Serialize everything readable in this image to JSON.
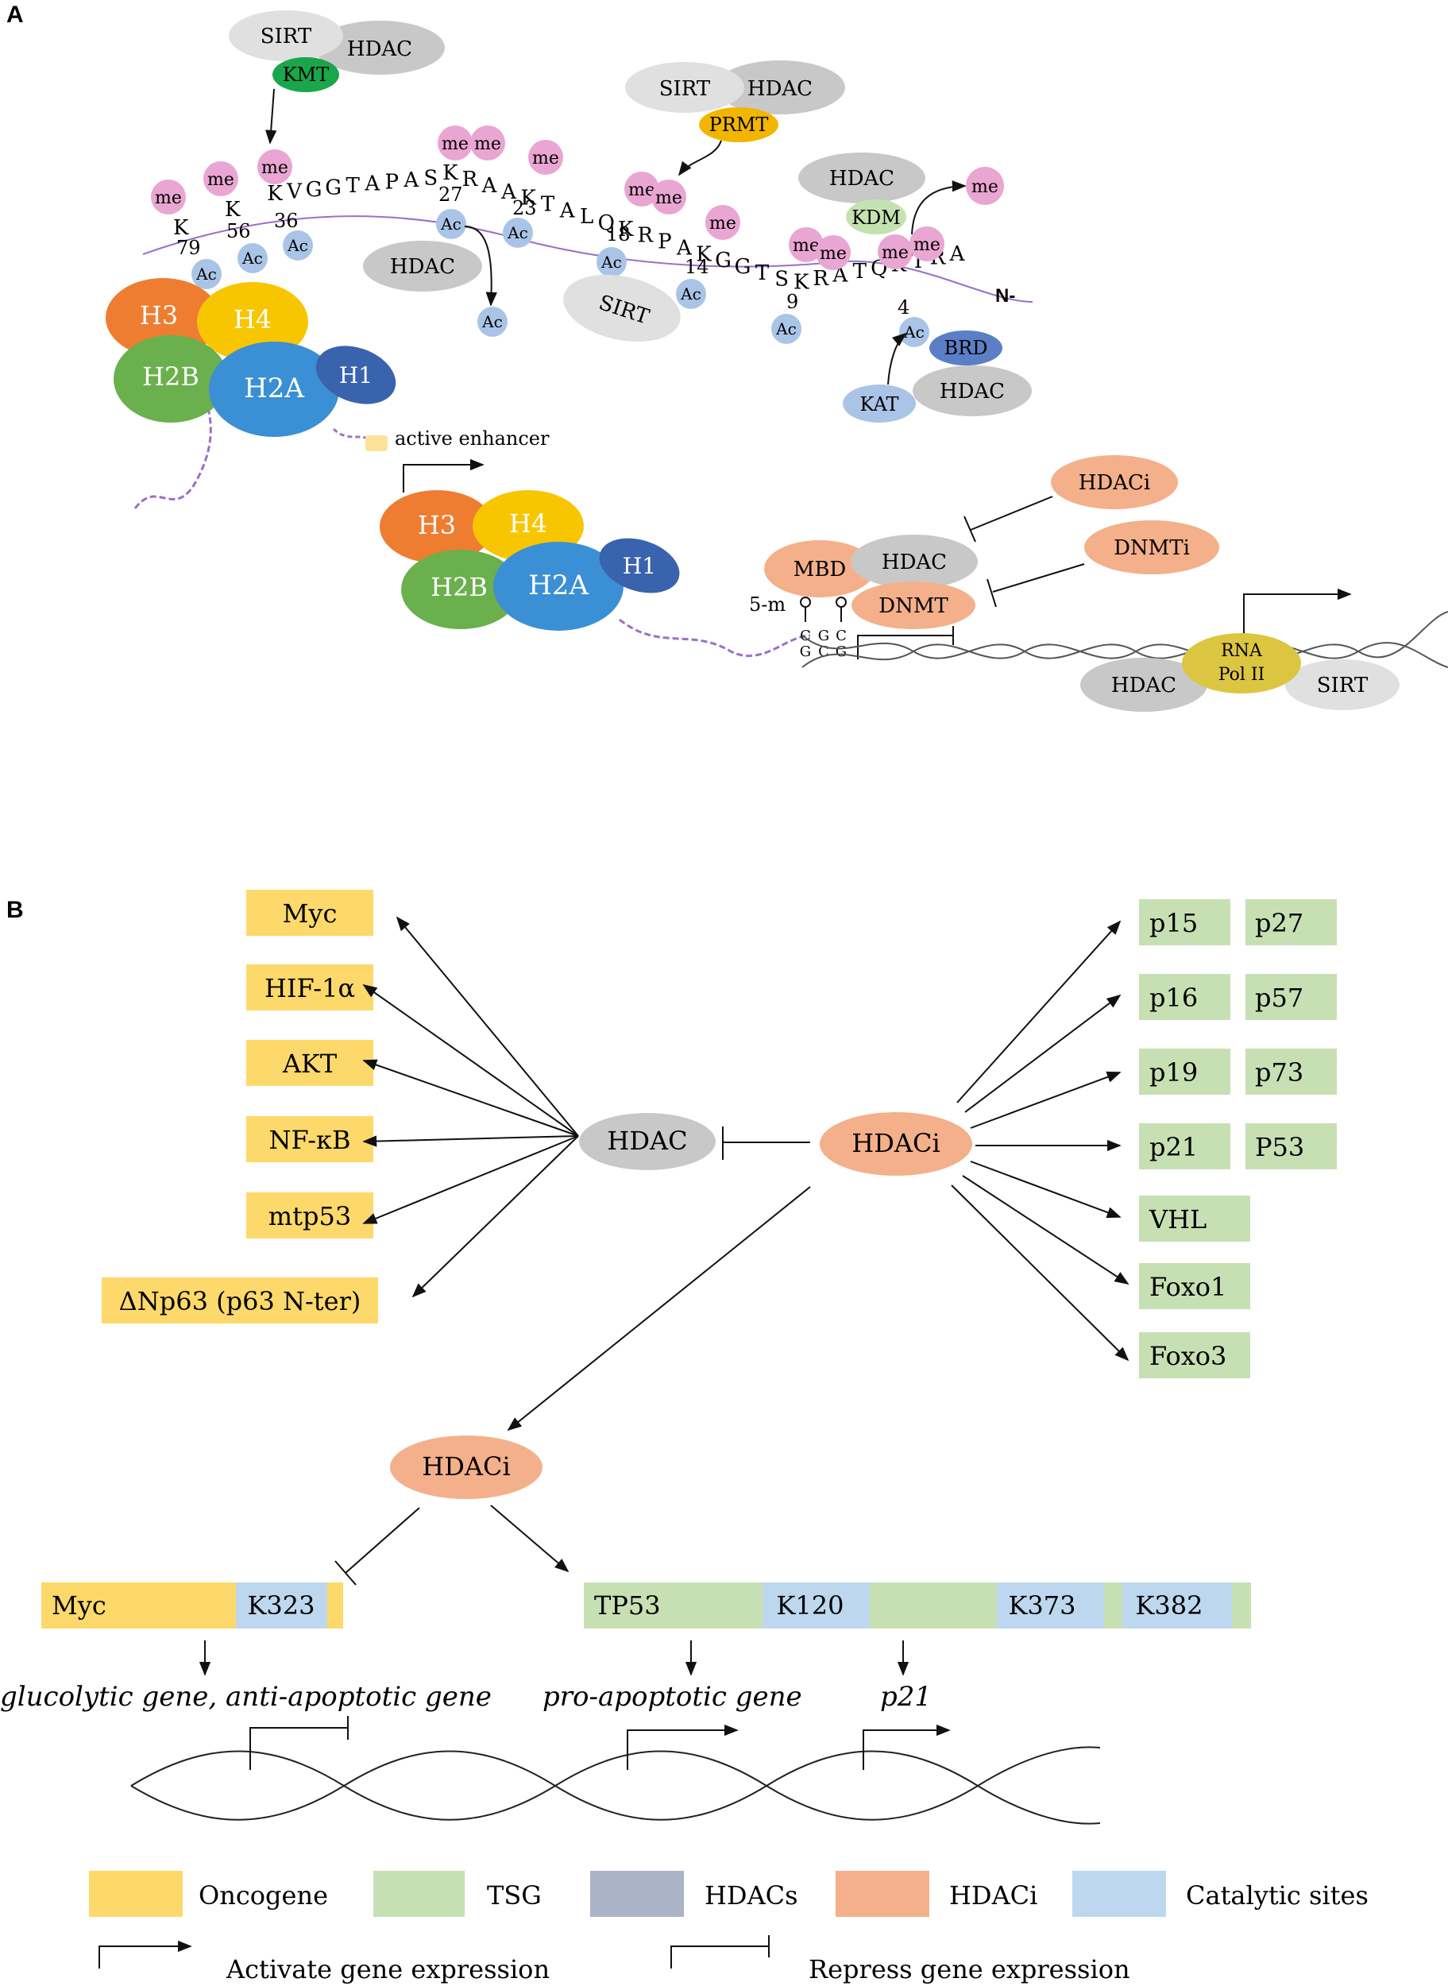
{
  "panel_labels": {
    "a": "A",
    "b": "B"
  },
  "panel_a": {
    "sequence": {
      "n_term": "N-",
      "chars": [
        "K",
        "V",
        "G",
        "G",
        "T",
        "A",
        "P",
        "A",
        "S",
        "K",
        "R",
        "A",
        "A",
        "K",
        "T",
        "A",
        "L",
        "Q",
        "K",
        "R",
        "P",
        "A",
        "K",
        "G",
        "G",
        "T",
        "S",
        "K",
        "R",
        "A",
        "T",
        "Q",
        "K",
        "T",
        "R",
        "A"
      ],
      "k79": "K",
      "k56": "K",
      "positions": [
        "79",
        "56",
        "36",
        "27",
        "23",
        "18",
        "14",
        "9",
        "4"
      ]
    },
    "me": "me",
    "ac": "Ac",
    "enzymes": {
      "sirt": "SIRT",
      "hdac": "HDAC",
      "kmt": "KMT",
      "prmt": "PRMT",
      "kdm": "KDM",
      "kat": "KAT",
      "brd": "BRD",
      "mbd": "MBD",
      "dnmt": "DNMT",
      "hdaci": "HDACi",
      "dnmti": "DNMTi",
      "rna_pol_line1": "RNA",
      "rna_pol_line2": "Pol II"
    },
    "histones": {
      "h3": "H3",
      "h4": "H4",
      "h2b": "H2B",
      "h2a": "H2A",
      "h1": "H1"
    },
    "active_enhancer": "active enhancer",
    "five_m": "5-m",
    "cpg_top": [
      "C",
      "G",
      "C"
    ],
    "cpg_bottom": [
      "G",
      "C",
      "G"
    ]
  },
  "panel_b": {
    "hdac": "HDAC",
    "hdaci": "HDACi",
    "oncogenes": [
      "Myc",
      "HIF-1α",
      "AKT",
      "NF-κB",
      "mtp53",
      "ΔNp63 (p63 N-ter)"
    ],
    "tsg_col1": [
      "p15",
      "p16",
      "p19",
      "p21",
      "VHL",
      "Foxo1",
      "Foxo3"
    ],
    "tsg_col2": [
      "p27",
      "p57",
      "p73",
      "P53"
    ],
    "myc_bar": {
      "name": "Myc",
      "site": "K323"
    },
    "tp53_bar": {
      "name": "TP53",
      "sites": [
        "K120",
        "K373",
        "K382"
      ]
    },
    "genes": {
      "glycolytic": "glucolytic gene, anti-apoptotic gene",
      "pro_apoptotic": "pro-apoptotic gene",
      "p21": "p21"
    }
  },
  "legend": {
    "oncogene": "Oncogene",
    "tsg": "TSG",
    "hdacs": "HDACs",
    "hdaci": "HDACi",
    "catalytic": "Catalytic sites",
    "activate": "Activate gene expression",
    "repress": "Repress gene expression"
  },
  "colors": {
    "oncogene": "#fdd96b",
    "tsg": "#c6e0b4",
    "hdacs": "#aab3c7",
    "hdaci": "#f4b08a",
    "catalytic": "#bdd7ee",
    "me": "#e9a6d2",
    "ac": "#a9c4e6",
    "hdac_gray": "#c8c8c8",
    "sirt_gray": "#e0e0e0",
    "kmt": "#1aa64a",
    "prmt": "#f2b600",
    "kdm": "#c3e2b0",
    "brd": "#5b7fc6",
    "rna_pol": "#dcc641",
    "h3": "#ee7d31",
    "h4": "#f7c600",
    "h2b": "#6ab04c",
    "h2a": "#3b8fd4",
    "h1": "#3a63ad",
    "dna": "#9b6fc9"
  }
}
